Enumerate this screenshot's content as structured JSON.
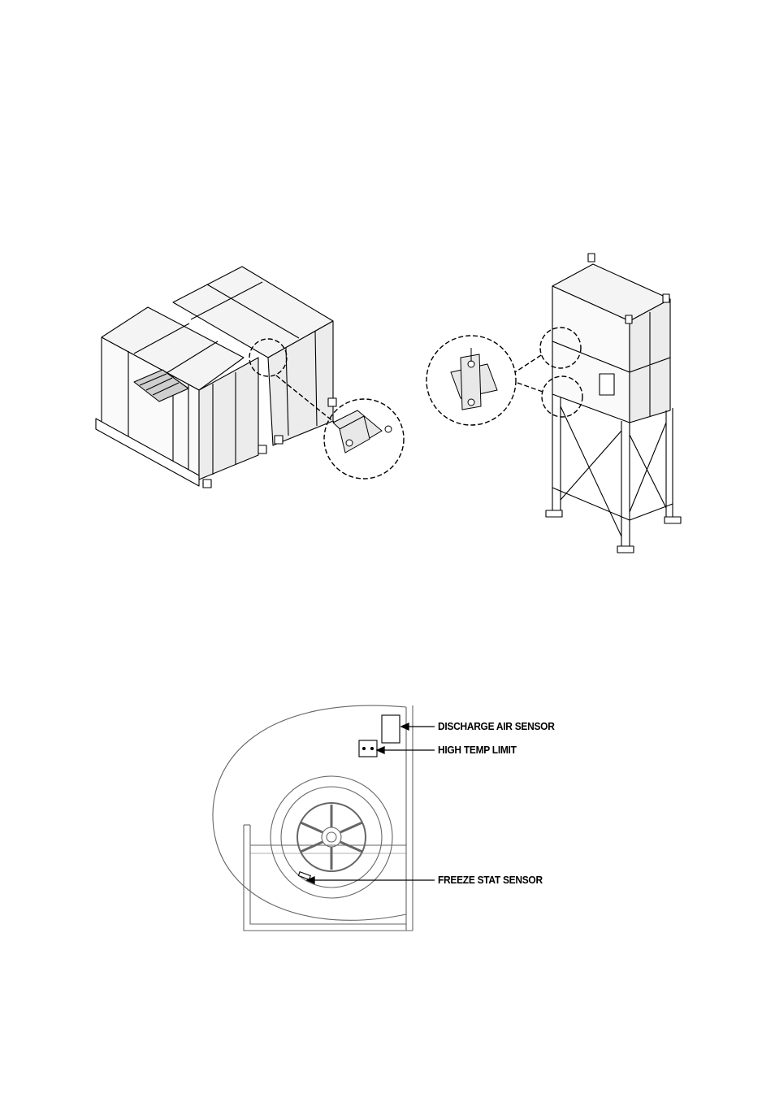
{
  "sensor_diagram": {
    "labels": {
      "discharge_air_sensor": "DISCHARGE AIR SENSOR",
      "high_temp_limit": "HIGH TEMP LIMIT",
      "freeze_stat_sensor": "FREEZE STAT SENSOR"
    }
  },
  "colors": {
    "line": "#000000",
    "fan_line": "#666666",
    "panel_fill": "#f2f2f2",
    "background": "#ffffff"
  }
}
